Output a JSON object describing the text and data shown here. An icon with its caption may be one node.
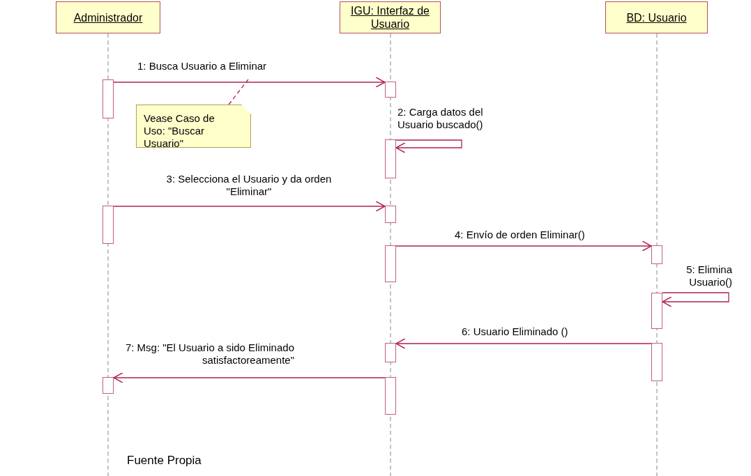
{
  "diagram": {
    "caption": "Fuente Propia",
    "nodes": [
      {
        "text": [
          "Administrador"
        ]
      },
      {
        "text": [
          "IGU: Interfaz de Usuario"
        ]
      },
      {
        "text": [
          "BD: Usuario"
        ]
      },
      {
        "text": [],
        "shape": "bar"
      },
      {
        "text": [],
        "shape": "bar"
      },
      {
        "text": [
          "Vease Caso de Uso: \"Buscar Usuario\""
        ]
      },
      {
        "text": [],
        "shape": "bar"
      },
      {
        "text": [],
        "shape": "bar"
      },
      {
        "text": [],
        "shape": "bar"
      },
      {
        "text": [],
        "shape": "bar"
      },
      {
        "text": [],
        "shape": "bar"
      },
      {
        "text": [],
        "shape": "bar"
      },
      {
        "text": [],
        "shape": "bar"
      },
      {
        "text": [],
        "shape": "bar"
      },
      {
        "text": [],
        "shape": "bar"
      },
      {
        "text": [],
        "shape": "bar"
      }
    ],
    "edges": [
      {
        "from": 3,
        "to": 4,
        "arrow": "to",
        "label": "1: Busca Usuario a Eliminar"
      },
      {
        "from": 6,
        "to": 6,
        "arrow": "to",
        "label": "2: Carga datos del Usuario buscado()"
      },
      {
        "from": 7,
        "to": 8,
        "arrow": "to",
        "label": "3: Selecciona el Usuario y da orden \"Eliminar\""
      },
      {
        "from": 9,
        "to": 10,
        "arrow": "to",
        "label": "4: Envío de orden Eliminar()"
      },
      {
        "from": 11,
        "to": 11,
        "arrow": "to",
        "label": "5: Elimina Usuario()"
      },
      {
        "from": 13,
        "to": 12,
        "arrow": "to",
        "label": "6: Usuario Eliminado ()"
      },
      {
        "from": 14,
        "to": 15,
        "arrow": "to",
        "label": "7: Msg: \"El Usuario a sido Eliminado satisfactoreamente\""
      },
      {
        "from": 5,
        "to": null,
        "arrow": "none",
        "style": "dashed"
      }
    ]
  }
}
